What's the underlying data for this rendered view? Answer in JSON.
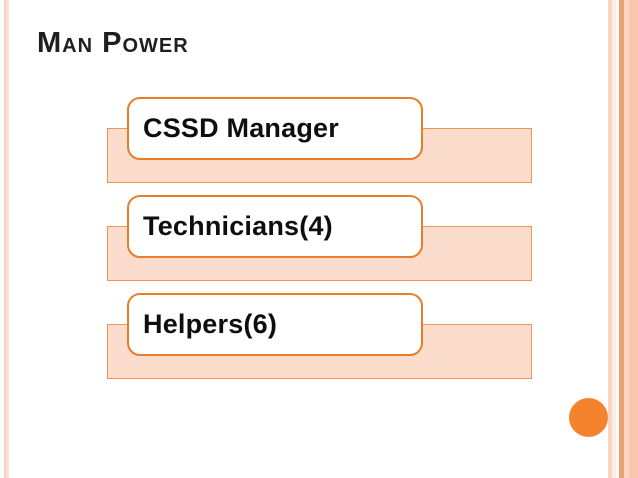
{
  "slide": {
    "title": "Man Power",
    "org_chart": {
      "boxes": [
        {
          "label": "CSSD Manager"
        },
        {
          "label": "Technicians(4)"
        },
        {
          "label": "Helpers(6)"
        }
      ]
    },
    "decorations": [
      {
        "name": "left-accent-stripe"
      },
      {
        "name": "right-accent-stripes"
      },
      {
        "name": "accent-circle"
      }
    ],
    "colors": {
      "accent": "#e87d2c",
      "accent_light": "#ee9558",
      "peach": "#fbdccd",
      "circle": "#f5832e",
      "title_ink": "#1f1f1f",
      "label_ink": "#0e0e0e",
      "ls1": "#f6cdbd",
      "ls2": "#fce6dc",
      "rs1": "#f8d5c5",
      "rs2": "#fdeee6",
      "rs3": "#ffffff",
      "rs4": "#eca173",
      "rs5": "#fbd3bf",
      "rs6": "#f8c6ad"
    }
  }
}
